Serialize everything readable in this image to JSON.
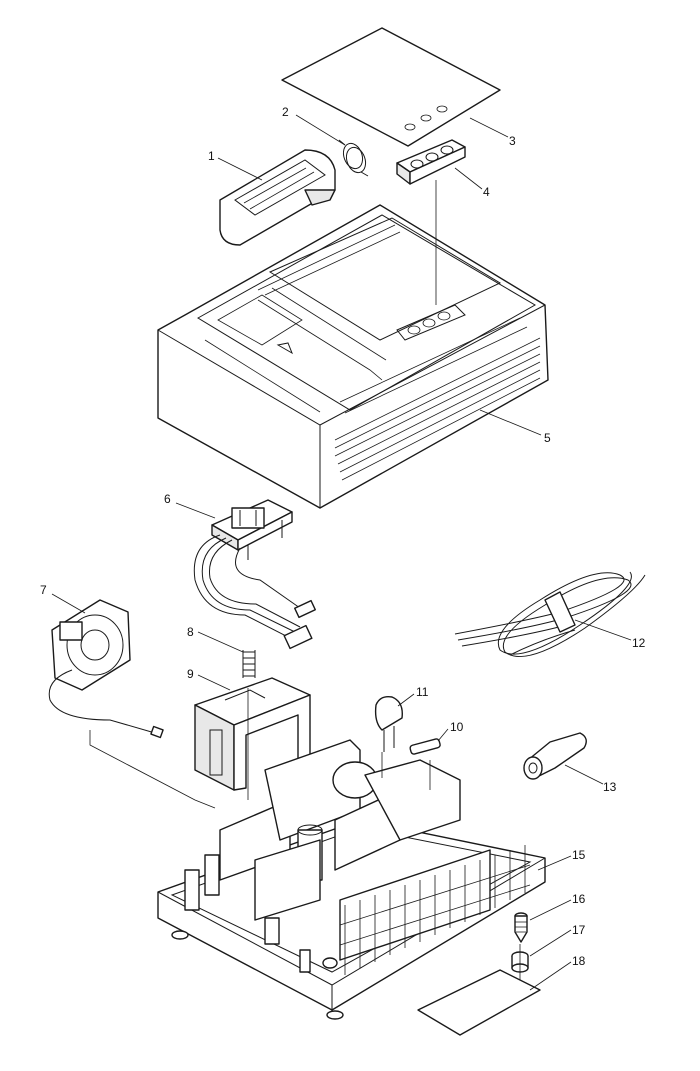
{
  "callouts": [
    {
      "id": "1",
      "label": "1"
    },
    {
      "id": "2",
      "label": "2"
    },
    {
      "id": "3",
      "label": "3"
    },
    {
      "id": "4",
      "label": "4"
    },
    {
      "id": "5",
      "label": "5"
    },
    {
      "id": "6",
      "label": "6"
    },
    {
      "id": "7",
      "label": "7"
    },
    {
      "id": "8",
      "label": "8"
    },
    {
      "id": "9",
      "label": "9"
    },
    {
      "id": "10",
      "label": "10"
    },
    {
      "id": "11",
      "label": "11"
    },
    {
      "id": "12",
      "label": "12"
    },
    {
      "id": "13",
      "label": "13"
    },
    {
      "id": "15",
      "label": "15"
    },
    {
      "id": "16",
      "label": "16"
    },
    {
      "id": "17",
      "label": "17"
    },
    {
      "id": "18",
      "label": "18"
    }
  ],
  "style": {
    "line_color": "#1a1a1a",
    "background": "#ffffff"
  }
}
